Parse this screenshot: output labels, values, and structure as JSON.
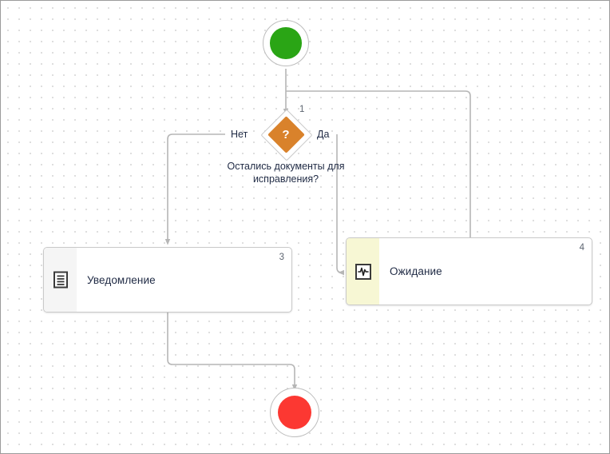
{
  "diagram": {
    "title": "Process flow diagram",
    "background": "#ffffff",
    "grid_color": "#dcdcdc",
    "border_color": "#9b9b9b",
    "connector_color": "#b6b6b6"
  },
  "nodes": {
    "start": {
      "name": "start-node",
      "shape": "circle",
      "fill": "#2aa515",
      "ring": "#ffffff",
      "label": ""
    },
    "decision": {
      "name": "decision-node",
      "shape": "diamond",
      "fill": "#d9822b",
      "glyph": "?",
      "number": "1",
      "caption": "Остались документы для исправления?",
      "yes_label": "Да",
      "no_label": "Нет"
    },
    "notification": {
      "name": "notification-node",
      "shape": "rectangle",
      "label": "Уведомление",
      "number": "3",
      "strip_fill": "#f5f5f5",
      "icon": "document-icon"
    },
    "waiting": {
      "name": "waiting-node",
      "shape": "rectangle",
      "label": "Ожидание",
      "number": "4",
      "strip_fill": "#f7f7d4",
      "icon": "waveform-icon"
    },
    "end": {
      "name": "end-node",
      "shape": "circle",
      "fill": "#fc3832",
      "ring": "#ffffff",
      "label": ""
    }
  }
}
